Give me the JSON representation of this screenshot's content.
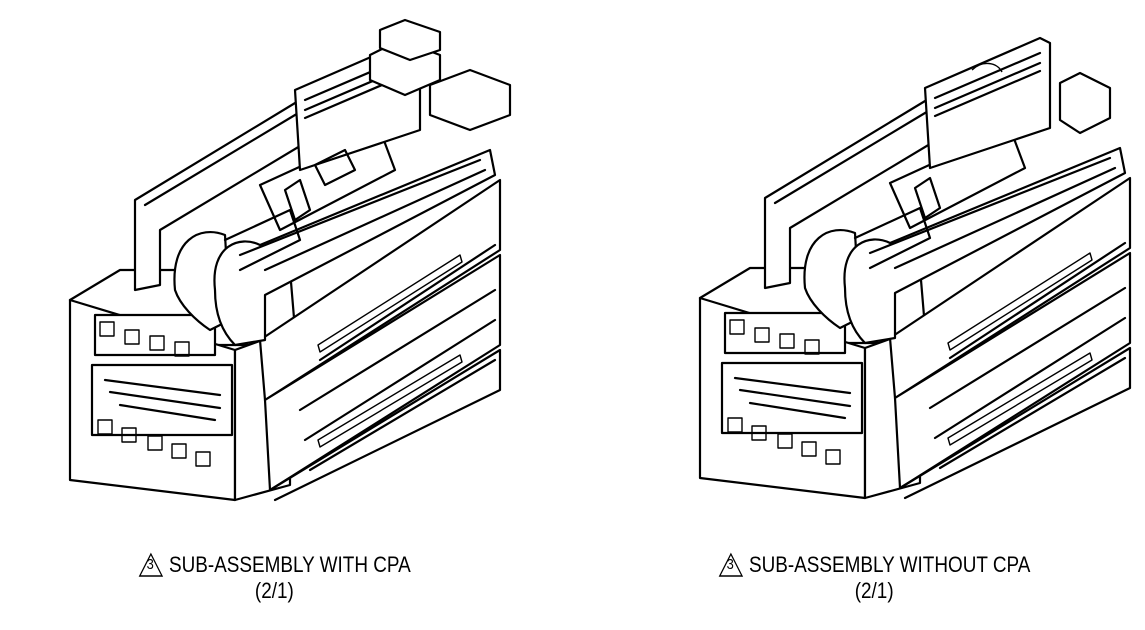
{
  "views": [
    {
      "revision_marker": "3",
      "title": "SUB-ASSEMBLY WITH CPA",
      "scale": "(2/1)"
    },
    {
      "revision_marker": "3",
      "title": "SUB-ASSEMBLY WITHOUT CPA",
      "scale": "(2/1)"
    }
  ]
}
